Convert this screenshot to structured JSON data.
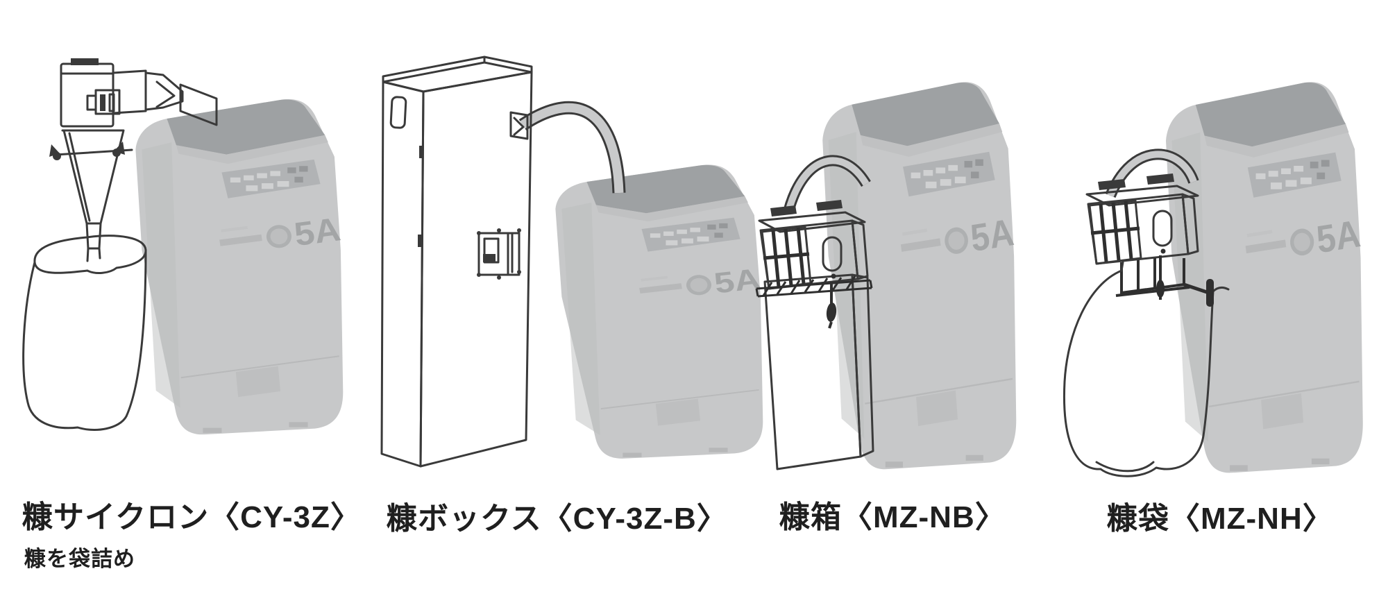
{
  "page": {
    "background": "#ffffff"
  },
  "machine": {
    "logo_text": "5A"
  },
  "products": [
    {
      "id": "bran-cyclone",
      "label": "糠サイクロン〈CY-3Z〉",
      "sublabel": "糠を袋詰め"
    },
    {
      "id": "bran-box-unit",
      "label": "糠ボックス〈CY-3Z-B〉"
    },
    {
      "id": "bran-box",
      "label": "糠箱〈MZ-NB〉"
    },
    {
      "id": "bran-bag",
      "label": "糠袋〈MZ-NH〉"
    }
  ],
  "colors": {
    "label_text": "#1f1f1f",
    "machine_body": "#c7c8c9",
    "machine_top": "#9ea1a3",
    "machine_panel": "#b1b3b5",
    "line_art": "#3a3a3a",
    "hose_fill": "#c9cacb"
  }
}
